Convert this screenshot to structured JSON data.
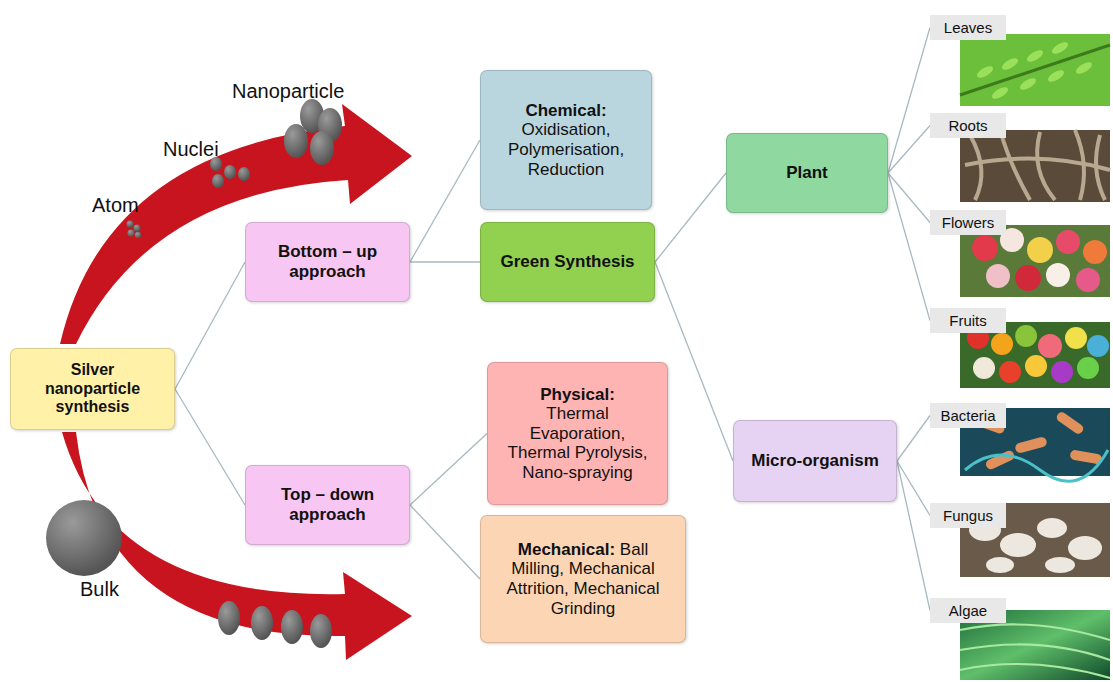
{
  "diagram": {
    "nodes": [
      {
        "text": [
          "Silver nanoparticle synthesis"
        ]
      },
      {
        "text": [
          "Bottom – up approach"
        ]
      },
      {
        "text": [
          "Top – down approach"
        ]
      },
      {
        "text": [
          "Chemical:",
          "Oxidisation, Polymerisation, Reduction"
        ]
      },
      {
        "text": [
          "Green Synthesis"
        ]
      },
      {
        "text": [
          "Physical:",
          "Thermal Evaporation, Thermal Pyrolysis, Nano-spraying"
        ]
      },
      {
        "text": [
          "Mechanical:",
          "Ball Milling, Mechanical Attrition, Mechanical Grinding"
        ]
      },
      {
        "text": [
          "Plant"
        ]
      },
      {
        "text": [
          "Micro-organism"
        ]
      },
      {
        "text": [
          "Leaves"
        ]
      },
      {
        "text": [
          "Roots"
        ]
      },
      {
        "text": [
          "Flowers"
        ]
      },
      {
        "text": [
          "Fruits"
        ]
      },
      {
        "text": [
          "Bacteria"
        ]
      },
      {
        "text": [
          "Fungus"
        ]
      },
      {
        "text": [
          "Algae"
        ]
      }
    ],
    "edges": [
      {
        "from": 0,
        "to": 1,
        "arrow": "none"
      },
      {
        "from": 0,
        "to": 2,
        "arrow": "none"
      },
      {
        "from": 1,
        "to": 3,
        "arrow": "none"
      },
      {
        "from": 1,
        "to": 4,
        "arrow": "none"
      },
      {
        "from": 2,
        "to": 5,
        "arrow": "none"
      },
      {
        "from": 2,
        "to": 6,
        "arrow": "none"
      },
      {
        "from": 4,
        "to": 7,
        "arrow": "none"
      },
      {
        "from": 4,
        "to": 8,
        "arrow": "none"
      },
      {
        "from": 7,
        "to": 9,
        "arrow": "none"
      },
      {
        "from": 7,
        "to": 10,
        "arrow": "none"
      },
      {
        "from": 7,
        "to": 11,
        "arrow": "none"
      },
      {
        "from": 7,
        "to": 12,
        "arrow": "none"
      },
      {
        "from": 8,
        "to": 13,
        "arrow": "none"
      },
      {
        "from": 8,
        "to": 14,
        "arrow": "none"
      },
      {
        "from": 8,
        "to": 15,
        "arrow": "none"
      }
    ],
    "labels": [
      "Nanoparticle",
      "Nuclei",
      "Atom",
      "Bulk"
    ]
  }
}
